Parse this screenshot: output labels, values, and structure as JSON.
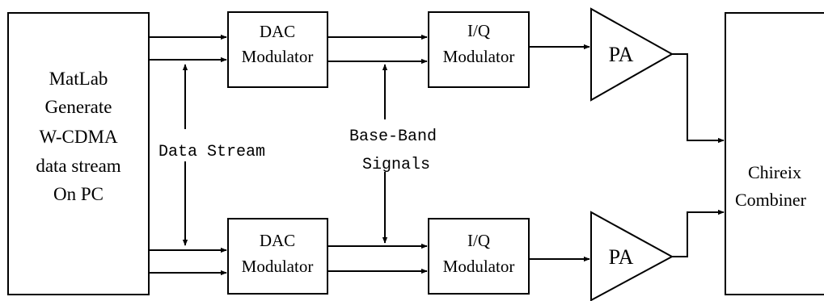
{
  "source_block": {
    "lines": [
      "MatLab",
      "Generate",
      "W-CDMA",
      "data stream",
      "On PC"
    ]
  },
  "dac_modulator": {
    "line1": "DAC",
    "line2": "Modulator"
  },
  "iq_modulator": {
    "line1": "I/Q",
    "line2": "Modulator"
  },
  "amplifier": {
    "label": "PA"
  },
  "combiner": {
    "line1": "Chireix",
    "line2": "Combiner"
  },
  "annotations": {
    "data_stream": "Data Stream",
    "baseband_line1": "Base-Band",
    "baseband_line2": "Signals"
  }
}
